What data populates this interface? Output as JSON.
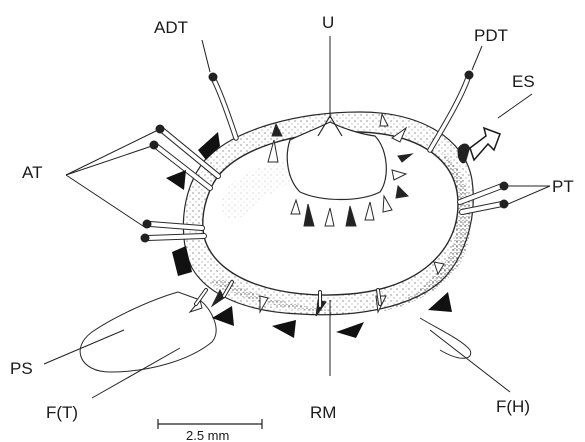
{
  "labels": {
    "adt": "ADT",
    "u": "U",
    "pdt": "PDT",
    "es": "ES",
    "at": "AT",
    "pt": "PT",
    "ps": "PS",
    "ft": "F(T)",
    "rm": "RM",
    "fh": "F(H)"
  },
  "scale_bar": {
    "text": "2.5 mm"
  }
}
